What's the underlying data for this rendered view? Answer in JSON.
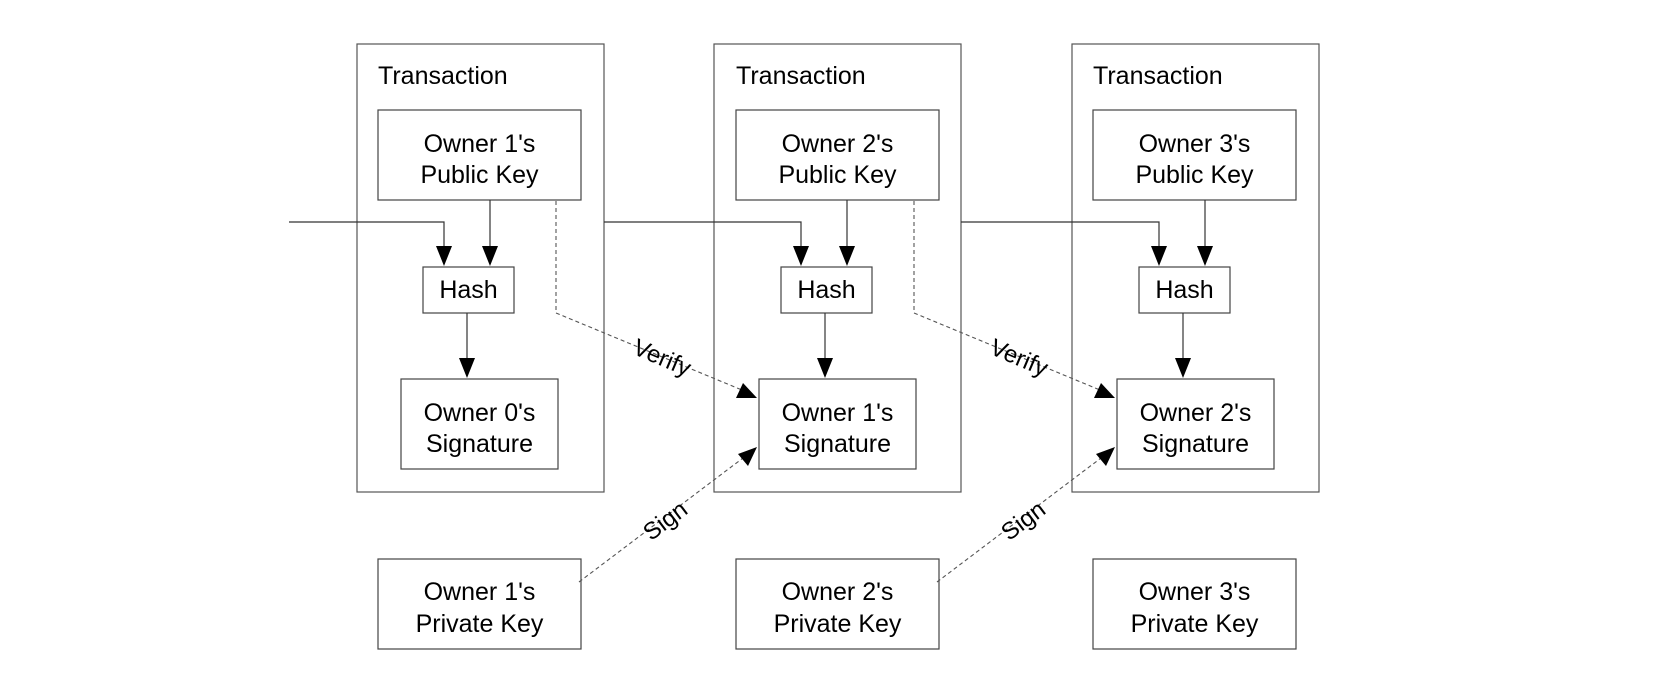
{
  "transactions": [
    {
      "title": "Transaction",
      "public_key": [
        "Owner 1's",
        "Public Key"
      ],
      "hash": "Hash",
      "signature": [
        "Owner 0's",
        "Signature"
      ]
    },
    {
      "title": "Transaction",
      "public_key": [
        "Owner 2's",
        "Public Key"
      ],
      "hash": "Hash",
      "signature": [
        "Owner 1's",
        "Signature"
      ]
    },
    {
      "title": "Transaction",
      "public_key": [
        "Owner 3's",
        "Public Key"
      ],
      "hash": "Hash",
      "signature": [
        "Owner 2's",
        "Signature"
      ]
    }
  ],
  "private_keys": [
    [
      "Owner 1's",
      "Private Key"
    ],
    [
      "Owner 2's",
      "Private Key"
    ],
    [
      "Owner 3's",
      "Private Key"
    ]
  ],
  "edge_labels": {
    "verify": "Verify",
    "sign": "Sign"
  }
}
